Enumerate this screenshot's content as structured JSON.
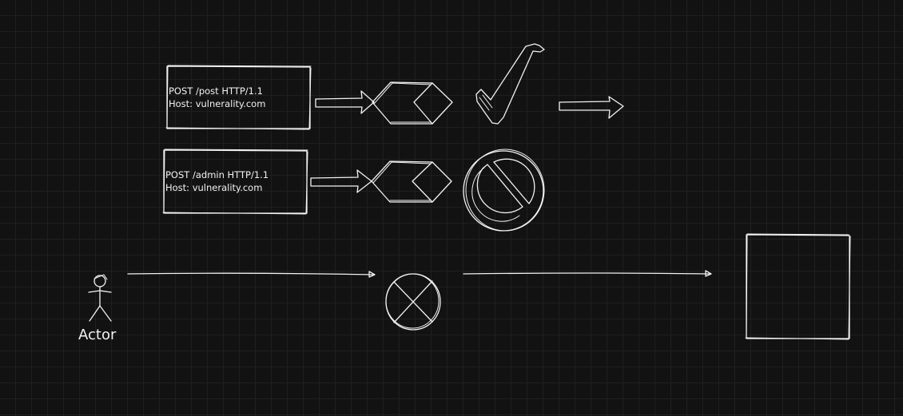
{
  "requests": [
    {
      "line1": "POST /post HTTP/1.1",
      "line2": "Host: vulnerality.com",
      "outcome": "allowed"
    },
    {
      "line1": "POST /admin HTTP/1.1",
      "line2": "Host: vulnerality.com",
      "outcome": "blocked"
    }
  ],
  "actor": {
    "label": "Actor"
  },
  "colors": {
    "background": "#121212",
    "stroke": "#f2f2f2",
    "grid": "#1f1f1f"
  },
  "icons": [
    "waf-diamond-icon",
    "checkmark-icon",
    "prohibited-icon",
    "x-circle-icon",
    "stick-figure-icon"
  ]
}
